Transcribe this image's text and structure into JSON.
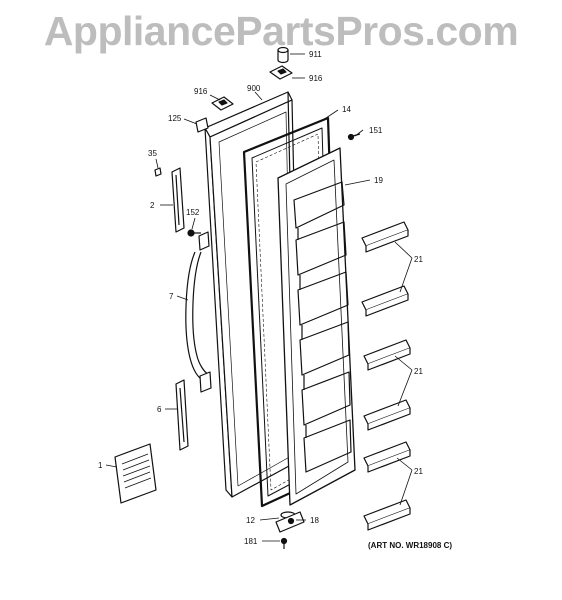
{
  "watermark": "AppliancePartsPros.com",
  "art_number": "(ART NO. WR18908 C)",
  "callouts": {
    "c911": "911",
    "c916a": "916",
    "c916b": "916",
    "c900": "900",
    "c125": "125",
    "c14": "14",
    "c151": "151",
    "c35": "35",
    "c19": "19",
    "c2": "2",
    "c152": "152",
    "c21a": "21",
    "c7": "7",
    "c21b": "21",
    "c6": "6",
    "c1": "1",
    "c21c": "21",
    "c12": "12",
    "c18": "18",
    "c181": "181"
  }
}
